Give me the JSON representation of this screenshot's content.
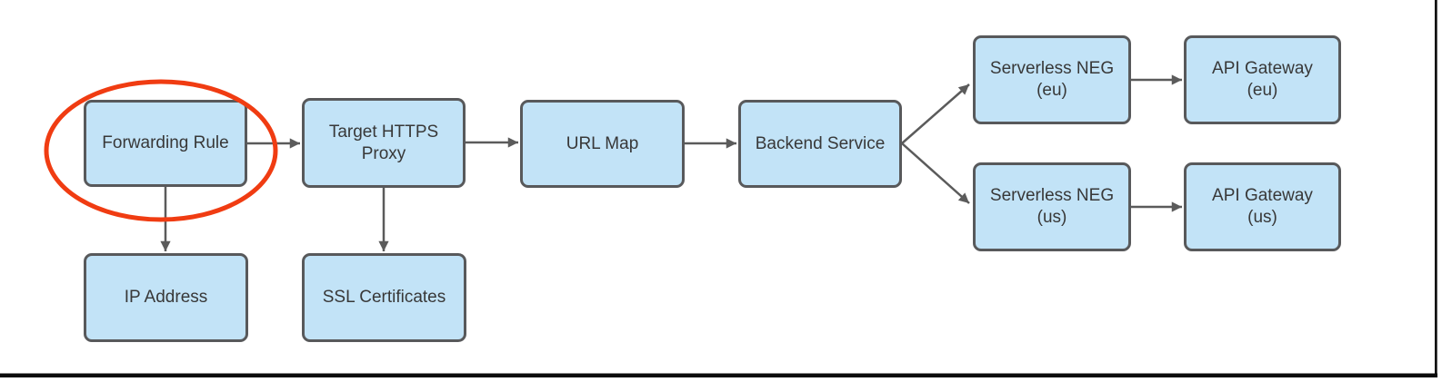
{
  "colors": {
    "background": "#FFFFFF",
    "node_fill": "#C2E3F7",
    "node_border": "#58595B",
    "edge": "#5B5B5B",
    "label_text": "#383838",
    "highlight_ellipse": "#F03C12",
    "frame_line": "#0B0B0B"
  },
  "diagram": {
    "nodes": [
      {
        "id": "forwarding-rule",
        "lines": [
          "Forwarding Rule"
        ]
      },
      {
        "id": "target-https-proxy",
        "lines": [
          "Target HTTPS",
          "Proxy"
        ]
      },
      {
        "id": "url-map",
        "lines": [
          "URL Map"
        ]
      },
      {
        "id": "backend-service",
        "lines": [
          "Backend Service"
        ]
      },
      {
        "id": "serverless-neg-eu",
        "lines": [
          "Serverless NEG",
          "(eu)"
        ]
      },
      {
        "id": "api-gateway-eu",
        "lines": [
          "API Gateway",
          "(eu)"
        ]
      },
      {
        "id": "serverless-neg-us",
        "lines": [
          "Serverless NEG",
          "(us)"
        ]
      },
      {
        "id": "api-gateway-us",
        "lines": [
          "API Gateway",
          "(us)"
        ]
      },
      {
        "id": "ip-address",
        "lines": [
          "IP Address"
        ]
      },
      {
        "id": "ssl-certificates",
        "lines": [
          "SSL Certificates"
        ]
      }
    ],
    "edges": [
      {
        "from": "forwarding-rule",
        "to": "target-https-proxy"
      },
      {
        "from": "target-https-proxy",
        "to": "url-map"
      },
      {
        "from": "url-map",
        "to": "backend-service"
      },
      {
        "from": "backend-service",
        "to": "serverless-neg-eu"
      },
      {
        "from": "backend-service",
        "to": "serverless-neg-us"
      },
      {
        "from": "serverless-neg-eu",
        "to": "api-gateway-eu"
      },
      {
        "from": "serverless-neg-us",
        "to": "api-gateway-us"
      },
      {
        "from": "forwarding-rule",
        "to": "ip-address"
      },
      {
        "from": "target-https-proxy",
        "to": "ssl-certificates"
      }
    ],
    "annotation": {
      "type": "ellipse-highlight",
      "around": "forwarding-rule"
    }
  }
}
